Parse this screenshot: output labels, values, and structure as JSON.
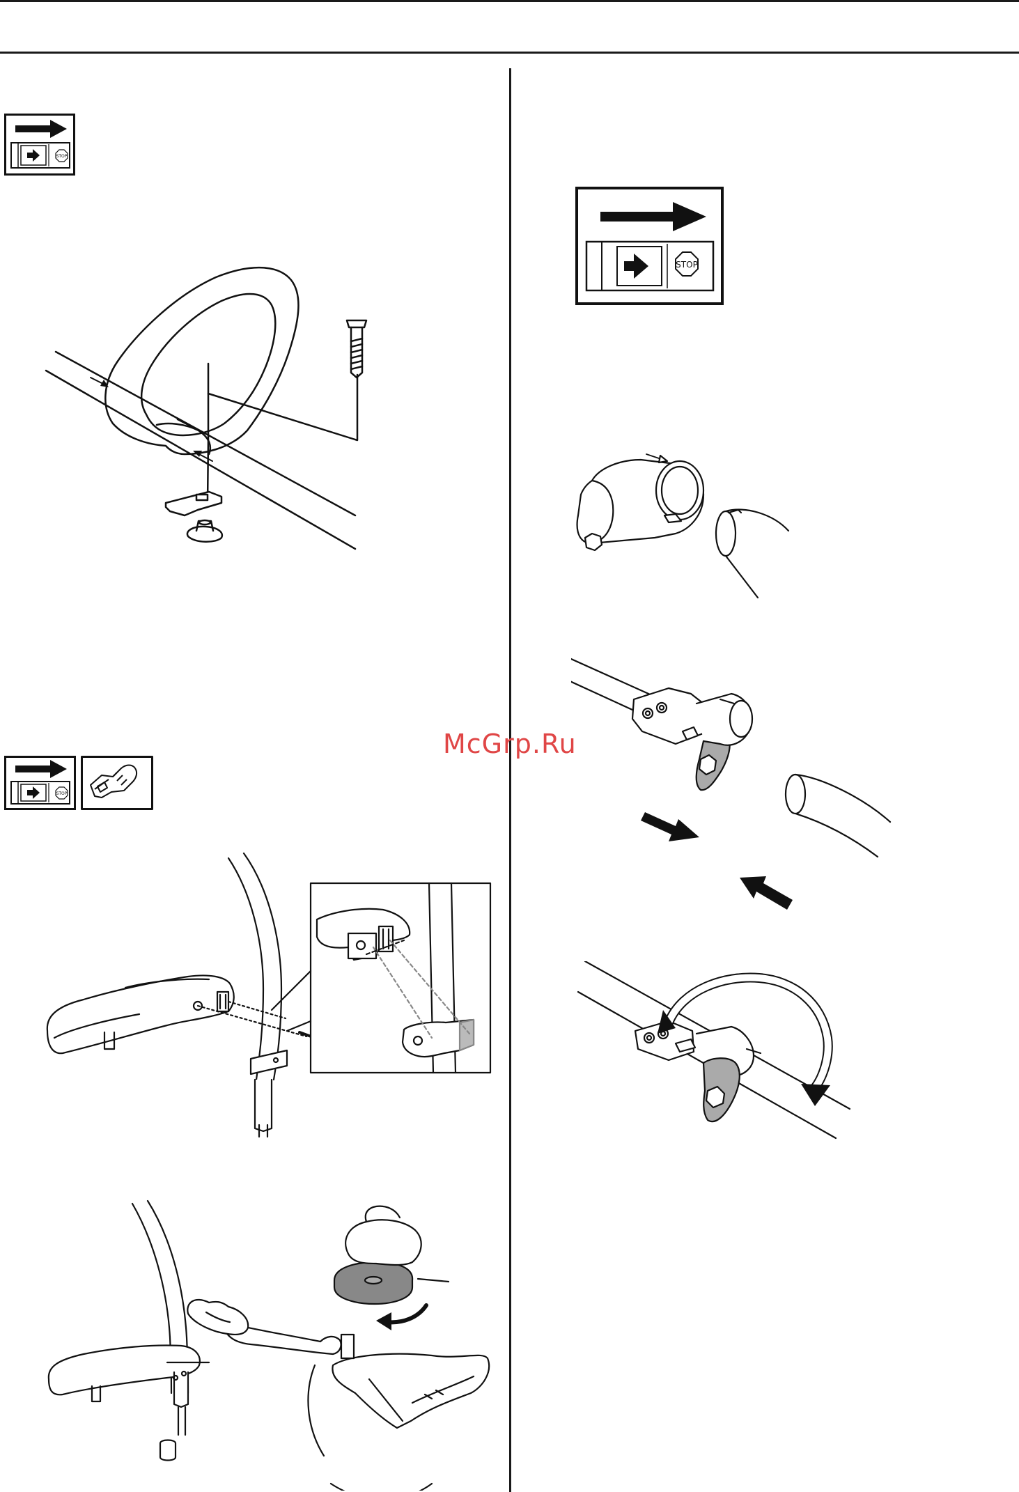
{
  "watermark": {
    "text": "McGrp.Ru"
  },
  "icons": {
    "stop_label": "STOP"
  },
  "figures": {
    "loop_handle": "loop-handle-assembly",
    "guard_mount": "trimmer-guard-mounting",
    "guard_tighten": "guard-tightening-with-wrench",
    "coupling_parts": "shaft-coupling-parts",
    "coupling_join": "shaft-coupling-join",
    "coupling_lock": "shaft-coupling-lock-knob"
  }
}
